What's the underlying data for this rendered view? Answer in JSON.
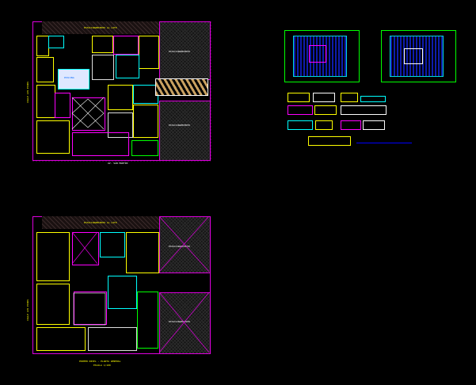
{
  "drawing": {
    "top_plan": {
      "north_label": "ESTACIONAMIENTO AL LOTE",
      "lot_label_1": "ESTACIONAMIENTO",
      "lot_label_2": "ESTACIONAMIENTO",
      "bottom_label": "AV. SAN MARTIN",
      "side_label": "CALLE LOS PINOS",
      "pool_label": "PISCINA"
    },
    "bottom_plan": {
      "north_label": "ESTACIONAMIENTO AL LOTE",
      "lot_label_1": "ESTACIONAMIENTO",
      "lot_label_2": "ESTACIONAMIENTO",
      "caption_1": "PRIMER NIVEL - PLANTA GENERAL",
      "caption_2": "ESCALA 1/100",
      "side_label": "CALLE LOS PINOS"
    },
    "colors": {
      "background": "#000000",
      "boundary": "#dd00dd",
      "walls": "#ffff00",
      "cyan": "#00ffff",
      "hatch": "#3a2a2a"
    }
  }
}
